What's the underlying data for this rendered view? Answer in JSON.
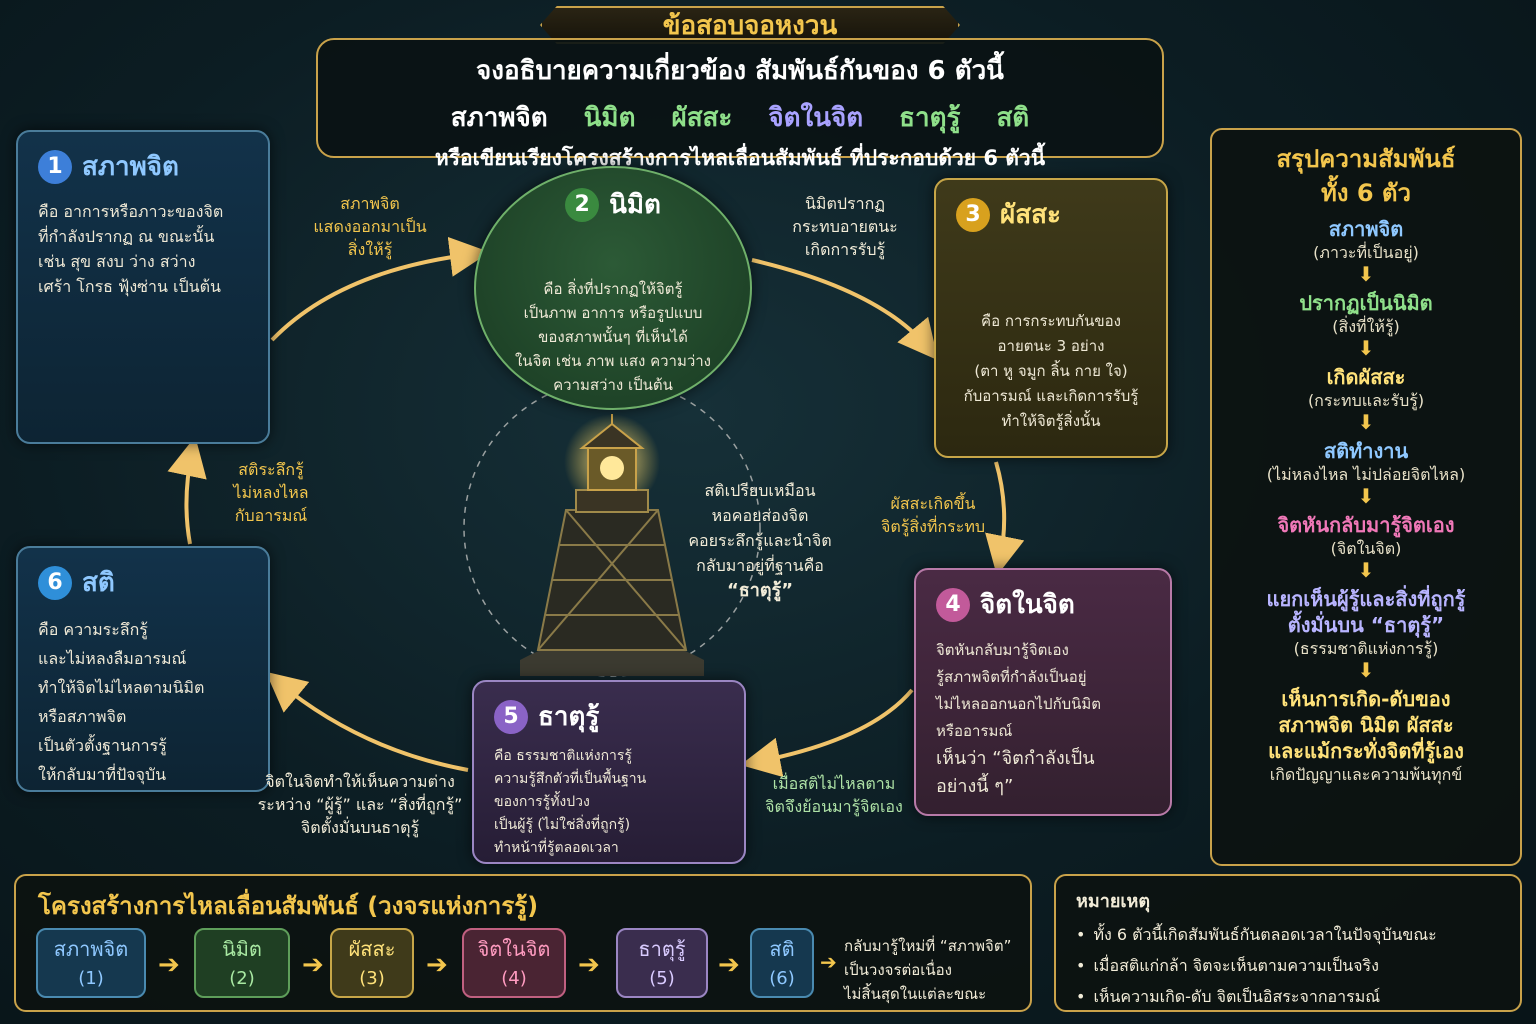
{
  "header": {
    "tag": "ข้อสอบจอหงวน",
    "line1": "จงอธิบายความเกี่ยวข้อง สัมพันธ์กันของ 6 ตัวนี้",
    "terms": [
      "สภาพจิต",
      "นิมิต",
      "ผัสสะ",
      "จิตในจิต",
      "ธาตุรู้",
      "สติ"
    ],
    "line3": "หรือเขียนเรียงโครงสร้างการไหลเลื่อนสัมพันธ์ ที่ประกอบด้วย 6 ตัวนี้"
  },
  "colors": {
    "gold": "#f3c64d",
    "term_colors": [
      "#ffffff",
      "#8fe08a",
      "#ffe27a",
      "#a9a2ff",
      "#ffe27a",
      "#8fe08a"
    ]
  },
  "cards": {
    "c1": {
      "num": "1",
      "title": "สภาพจิต",
      "lines": [
        "คือ อาการหรือภาวะของจิต",
        "ที่กำลังปรากฏ ณ ขณะนั้น",
        "เช่น สุข สงบ ว่าง สว่าง",
        "เศร้า โกรธ ฟุ้งซ่าน เป็นต้น"
      ],
      "icon": "meditating-person-icon"
    },
    "c2": {
      "num": "2",
      "title": "นิมิต",
      "lines": [
        "คือ สิ่งที่ปรากฏให้จิตรู้",
        "เป็นภาพ อาการ หรือรูปแบบ",
        "ของสภาพนั้นๆ ที่เห็นได้",
        "ในจิต เช่น ภาพ แสง ความว่าง",
        "ความสว่าง เป็นต้น"
      ],
      "icon": "eye-icon"
    },
    "c3": {
      "num": "3",
      "title": "ผัสสะ",
      "lines": [
        "คือ การกระทบกันของ",
        "อายตนะ 3 อย่าง",
        "(ตา หู จมูก ลิ้น กาย ใจ)",
        "กับอารมณ์ และเกิดการรับรู้",
        "ทำให้จิตรู้สิ่งนั้น"
      ],
      "icon": "touching-hands-icon"
    },
    "c4": {
      "num": "4",
      "title": "จิตในจิต",
      "lines": [
        "จิตหันกลับมารู้จิตเอง",
        "รู้สภาพจิตที่กำลังเป็นอยู่",
        "ไม่ไหลออกนอกไปกับนิมิต",
        "หรืออารมณ์"
      ],
      "quote": [
        "เห็นว่า “จิตกำลังเป็น",
        "อย่างนี้ ๆ”"
      ],
      "icon": "head-profile-icon"
    },
    "c5": {
      "num": "5",
      "title": "ธาตุรู้",
      "lines": [
        "คือ ธรรมชาติแห่งการรู้",
        "ความรู้สึกตัวที่เป็นพื้นฐาน",
        "ของการรู้ทั้งปวง",
        "เป็นผู้รู้ (ไม่ใช่สิ่งที่ถูกรู้)",
        "ทำหน้าที่รู้ตลอดเวลา"
      ],
      "icon": "seated-figure-icon"
    },
    "c6": {
      "num": "6",
      "title": "สติ",
      "lines": [
        "คือ ความระลึกรู้",
        "และไม่หลงลืมอารมณ์",
        "ทำให้จิตไม่ไหลตามนิมิต",
        "หรือสภาพจิต",
        "เป็นตัวตั้งฐานการรู้",
        "ให้กลับมาที่ปัจจุบัน"
      ],
      "icon": "bell-icon"
    }
  },
  "connectors": {
    "c1_c2": [
      "สภาพจิต",
      "แสดงออกมาเป็น",
      "สิ่งให้รู้"
    ],
    "c2_c3": [
      "นิมิตปรากฏ",
      "กระทบอายตนะ",
      "เกิดการรับรู้"
    ],
    "c3_c4": [
      "ผัสสะเกิดขึ้น",
      "จิตรู้สิ่งที่กระทบ"
    ],
    "c4_c5": [
      "เมื่อสติไม่ไหลตาม",
      "จิตจึงย้อนมารู้จิตเอง"
    ],
    "c5_c6": [
      "จิตในจิตทำให้เห็นความต่าง",
      "ระหว่าง “ผู้รู้” และ “สิ่งที่ถูกรู้”",
      "จิตตั้งมั่นบนธาตุรู้"
    ],
    "c6_c1": [
      "สติระลึกรู้",
      "ไม่หลงไหล",
      "กับอารมณ์"
    ]
  },
  "lighthouse": {
    "caption": [
      "สติเปรียบเหมือน",
      "หอคอยส่องจิต",
      "คอยระลึกรู้และนำจิต",
      "กลับมาอยู่ที่ฐานคือ",
      "“ธาตุรู้”"
    ],
    "icon": "lighthouse-icon"
  },
  "summary": {
    "title": [
      "สรุปความสัมพันธ์",
      "ทั้ง 6 ตัว"
    ],
    "steps": [
      {
        "main": [
          "สภาพจิต"
        ],
        "sub": [
          "(ภาวะที่เป็นอยู่)"
        ],
        "color": "#8fc8ff"
      },
      {
        "main": [
          "ปรากฏเป็นนิมิต"
        ],
        "sub": [
          "(สิ่งที่ให้รู้)"
        ],
        "color": "#8fe08a"
      },
      {
        "main": [
          "เกิดผัสสะ"
        ],
        "sub": [
          "(กระทบและรับรู้)"
        ],
        "color": "#ffe27a"
      },
      {
        "main": [
          "สติทำงาน"
        ],
        "sub": [
          "(ไม่หลงไหล ไม่ปล่อยจิตไหล)"
        ],
        "color": "#8fc8ff"
      },
      {
        "main": [
          "จิตหันกลับมารู้จิตเอง"
        ],
        "sub": [
          "(จิตในจิต)"
        ],
        "color": "#f078b8"
      },
      {
        "main": [
          "แยกเห็นผู้รู้และสิ่งที่ถูกรู้",
          "ตั้งมั่นบน “ธาตุรู้”"
        ],
        "sub": [
          "(ธรรมชาติแห่งการรู้)"
        ],
        "color": "#b8b4ff"
      },
      {
        "main": [
          "เห็นการเกิด-ดับของ",
          "สภาพจิต นิมิต ผัสสะ",
          "และแม้กระทั่งจิตที่รู้เอง"
        ],
        "sub": [
          "เกิดปัญญาและความพ้นทุกข์"
        ],
        "color": "#ffe27a"
      }
    ]
  },
  "flow": {
    "title": "โครงสร้างการไหลเลื่อนสัมพันธ์ (วงจรแห่งการรู้)",
    "items": [
      {
        "label": "สภาพจิต",
        "num": "(1)"
      },
      {
        "label": "นิมิต",
        "num": "(2)"
      },
      {
        "label": "ผัสสะ",
        "num": "(3)"
      },
      {
        "label": "จิตในจิต",
        "num": "(4)"
      },
      {
        "label": "ธาตุรู้",
        "num": "(5)"
      },
      {
        "label": "สติ",
        "num": "(6)"
      }
    ],
    "end_text": [
      "กลับมารู้ใหม่ที่ “สภาพจิต”",
      "เป็นวงจรต่อเนื่อง",
      "ไม่สิ้นสุดในแต่ละขณะ"
    ]
  },
  "note": {
    "title": "หมายเหตุ",
    "items": [
      "ทั้ง 6 ตัวนี้เกิดสัมพันธ์กันตลอดเวลาในปัจจุบันขณะ",
      "เมื่อสติแก่กล้า จิตจะเห็นตามความเป็นจริง",
      "เห็นความเกิด-ดับ จิตเป็นอิสระจากอารมณ์"
    ]
  }
}
